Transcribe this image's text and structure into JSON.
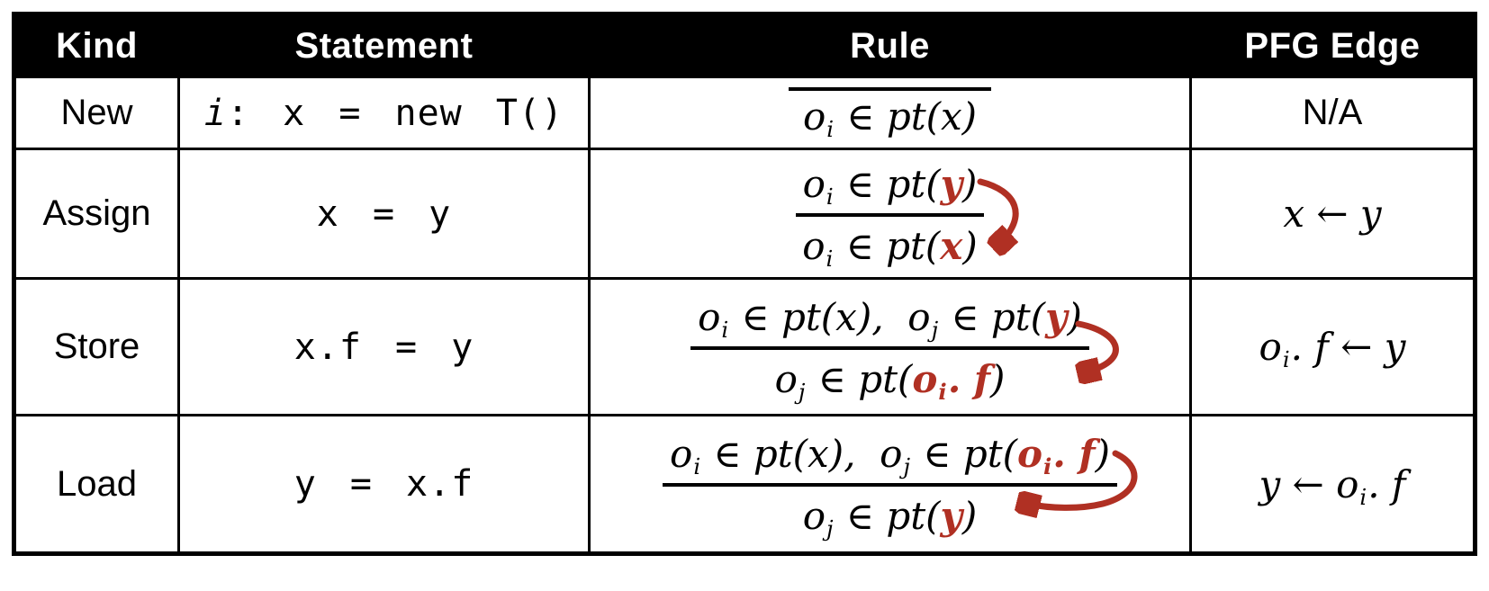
{
  "colors": {
    "accent_red": "#b03023",
    "header_bg": "#000000",
    "header_fg": "#ffffff"
  },
  "table": {
    "headers": [
      "Kind",
      "Statement",
      "Rule",
      "PFG Edge"
    ],
    "rows": [
      {
        "kind": "New",
        "statement": "$i$: x = new T()",
        "rule": {
          "conclusion": "o_i ∈ pt(x)"
        },
        "pfg": "N/A"
      },
      {
        "kind": "Assign",
        "statement": "x = y",
        "rule": {
          "premise": "o_i ∈ pt(*y*)",
          "conclusion": "o_i ∈ pt(*x*)"
        },
        "pfg": "x ← y"
      },
      {
        "kind": "Store",
        "statement": "x.f = y",
        "rule": {
          "premise": "o_i ∈ pt(x),  o_j ∈ pt(*y*)",
          "conclusion": "o_j ∈ pt(*o_i. f*)"
        },
        "pfg": "o_i. f ← y"
      },
      {
        "kind": "Load",
        "statement": "y = x.f",
        "rule": {
          "premise": "o_i ∈ pt(x),  o_j ∈ pt(*o_i. f*)",
          "conclusion": "o_j ∈ pt(*y*)"
        },
        "pfg": "y ← o_i. f"
      }
    ]
  }
}
